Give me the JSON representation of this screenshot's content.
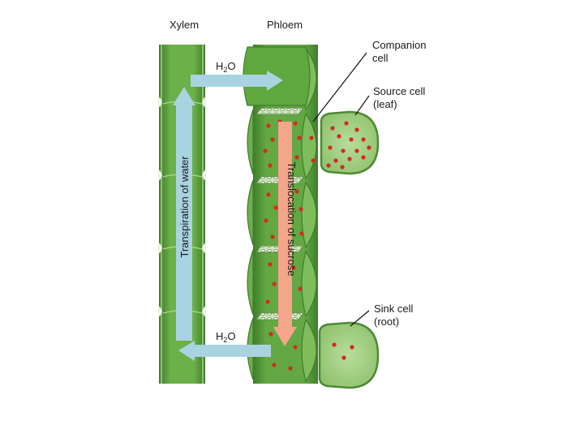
{
  "labels": {
    "xylem": "Xylem",
    "phloem": "Phloem",
    "companion_line1": "Companion",
    "companion_line2": "cell",
    "source_line1": "Source cell",
    "source_line2": "(leaf)",
    "sink_line1": "Sink cell",
    "sink_line2": "(root)",
    "water_top_main": "H",
    "water_top_sub": "2",
    "water_top_end": "O",
    "water_bottom_main": "H",
    "water_bottom_sub": "2",
    "water_bottom_end": "O",
    "transpiration": "Transpiration of water",
    "translocation": "Translocation of sucrose"
  },
  "colors": {
    "tube_dark": "#3f7d2c",
    "tube_mid": "#5fa83f",
    "tube_light": "#8cc96a",
    "cell_fill": "#a9d08c",
    "cell_stroke": "#4e8a35",
    "water_arrow": "#a9d3e0",
    "sucrose_arrow": "#f4a58a",
    "sucrose_dot": "#d62a1e",
    "leader_line": "#111111"
  }
}
